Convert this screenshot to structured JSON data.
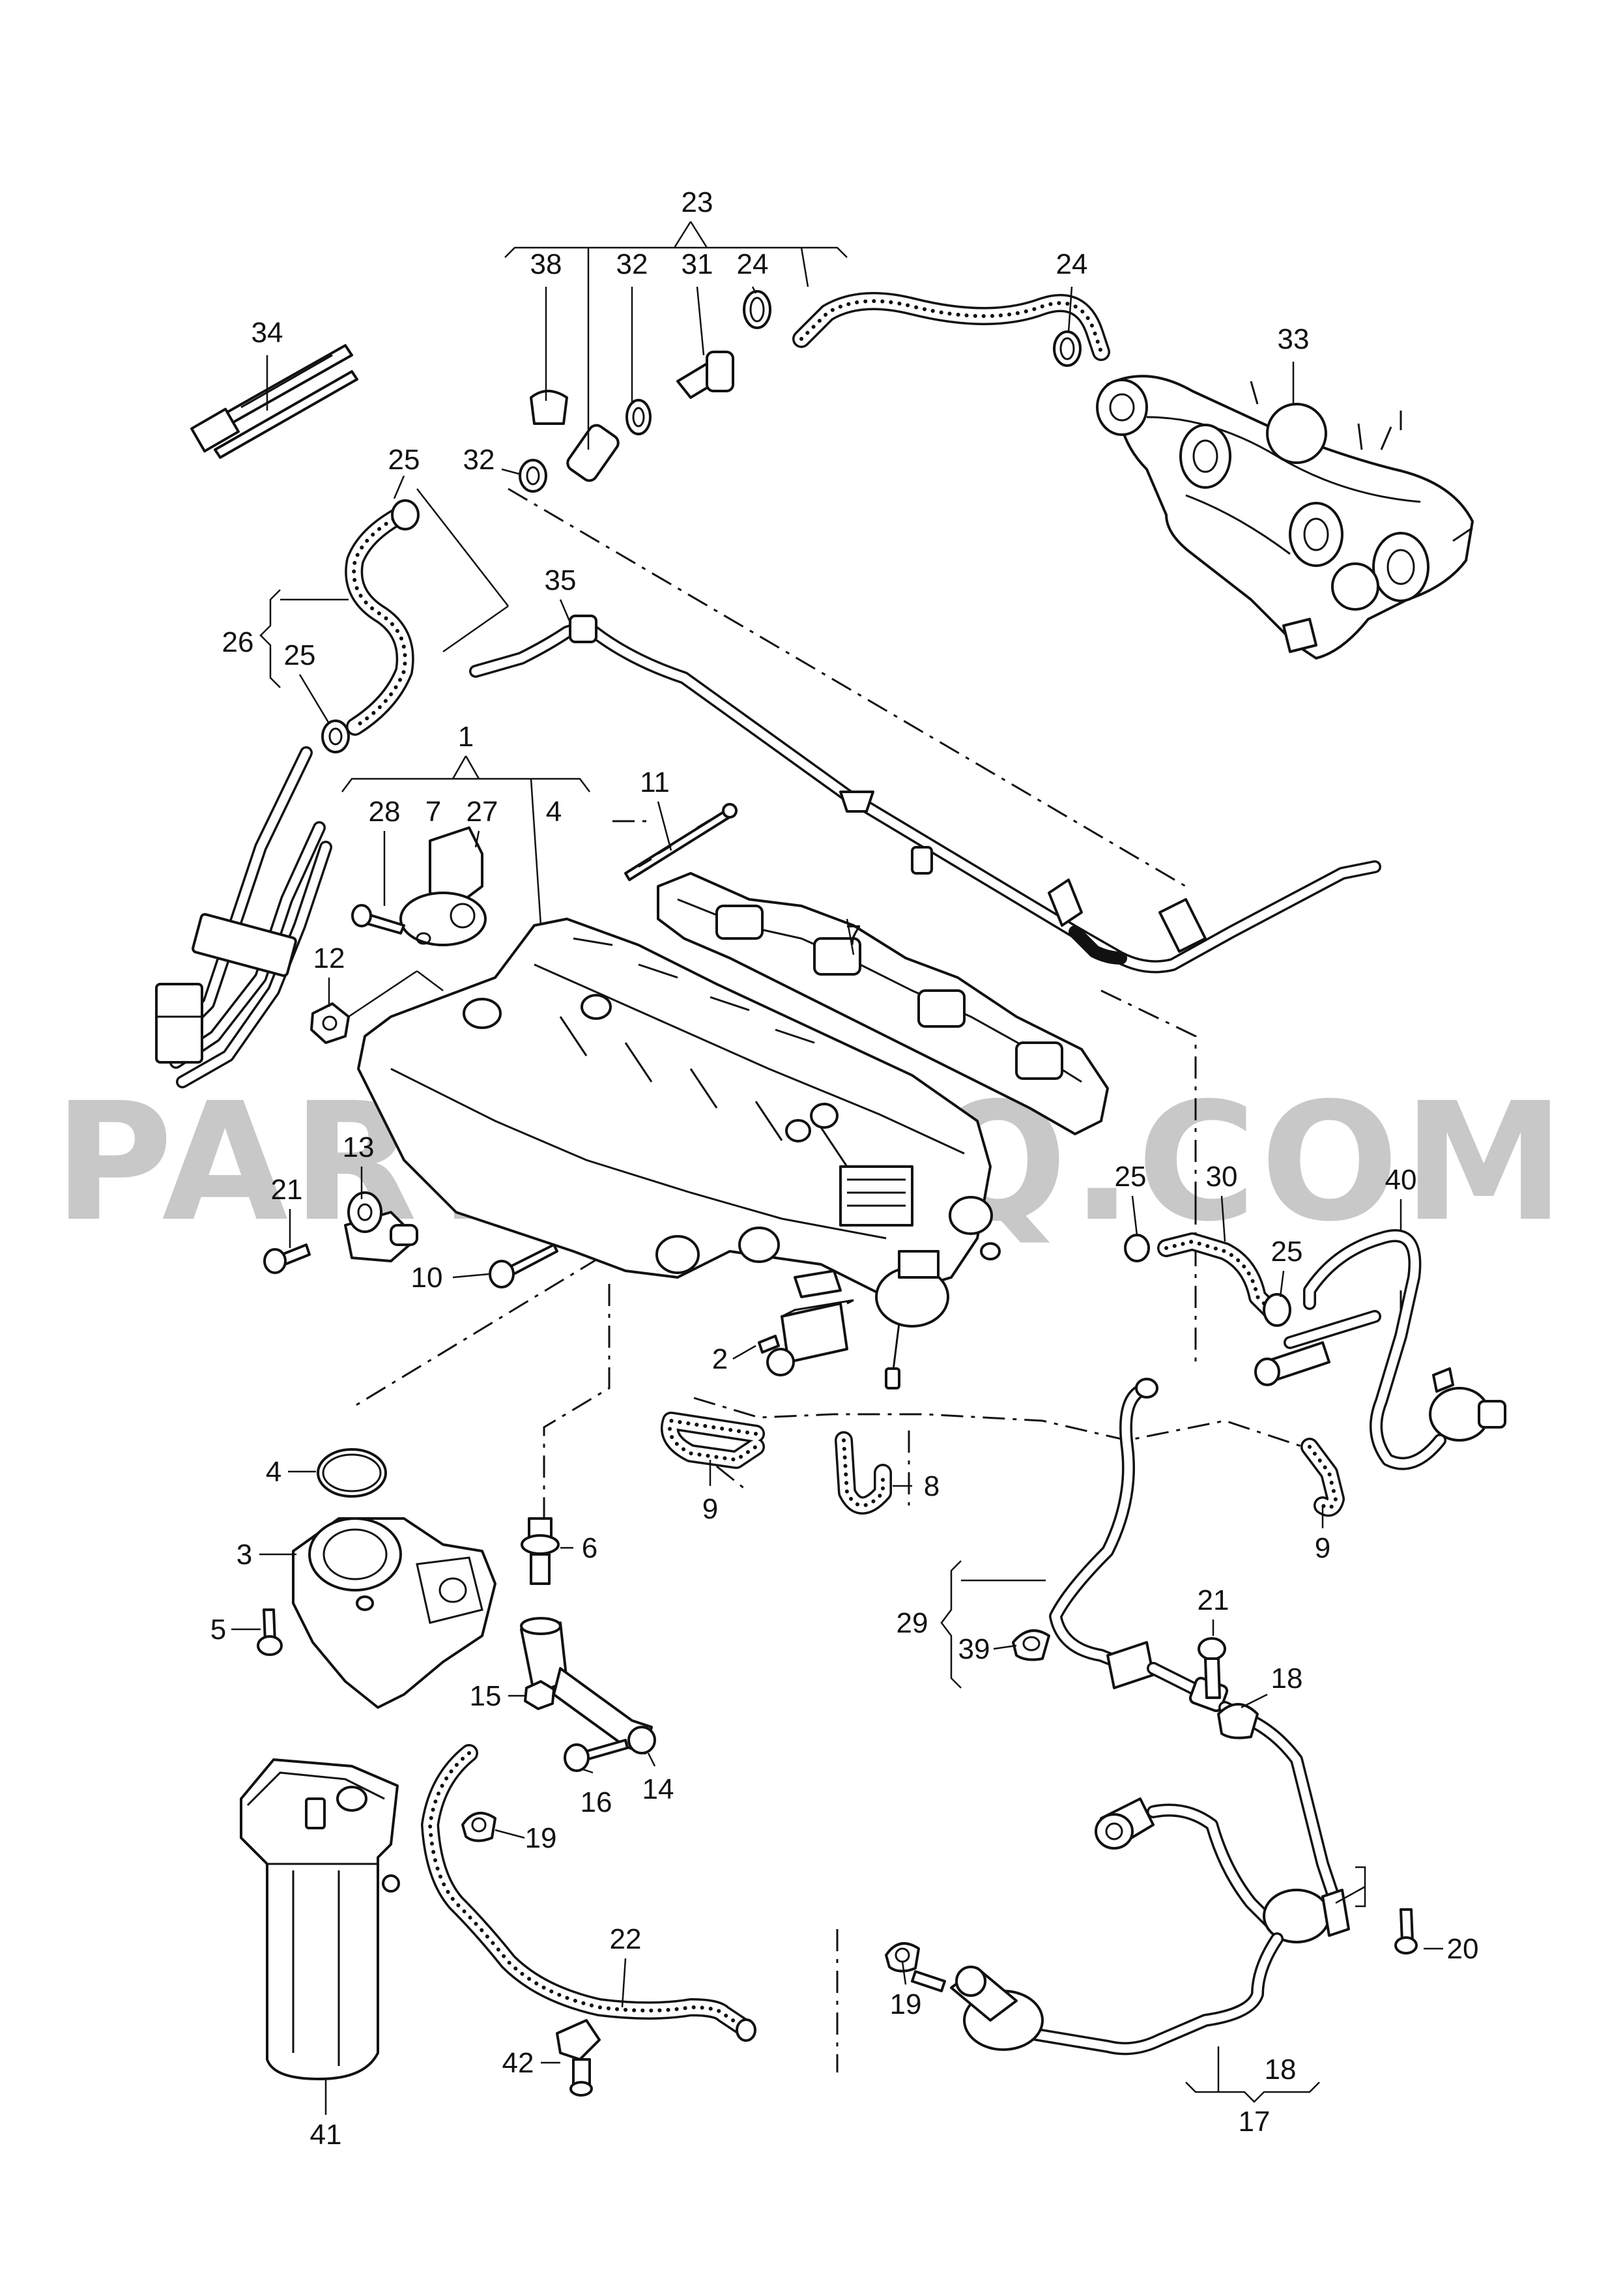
{
  "watermark": "PARTSOUQ.COM",
  "callouts": [
    {
      "id": "c23",
      "text": "23"
    },
    {
      "id": "c38",
      "text": "38"
    },
    {
      "id": "c32a",
      "text": "32"
    },
    {
      "id": "c31",
      "text": "31"
    },
    {
      "id": "c24a",
      "text": "24"
    },
    {
      "id": "c24b",
      "text": "24"
    },
    {
      "id": "c33",
      "text": "33"
    },
    {
      "id": "c34",
      "text": "34"
    },
    {
      "id": "c32b",
      "text": "32"
    },
    {
      "id": "c25a",
      "text": "25"
    },
    {
      "id": "c35",
      "text": "35"
    },
    {
      "id": "c26",
      "text": "26"
    },
    {
      "id": "c25b",
      "text": "25"
    },
    {
      "id": "c1",
      "text": "1"
    },
    {
      "id": "c28",
      "text": "28"
    },
    {
      "id": "c7a",
      "text": "7"
    },
    {
      "id": "c27",
      "text": "27"
    },
    {
      "id": "c4a",
      "text": "4"
    },
    {
      "id": "c11",
      "text": "11"
    },
    {
      "id": "c7b",
      "text": "7"
    },
    {
      "id": "c12",
      "text": "12"
    },
    {
      "id": "c13",
      "text": "13"
    },
    {
      "id": "c21a",
      "text": "21"
    },
    {
      "id": "c10",
      "text": "10"
    },
    {
      "id": "c25c",
      "text": "25"
    },
    {
      "id": "c30",
      "text": "30"
    },
    {
      "id": "c40",
      "text": "40"
    },
    {
      "id": "c25d",
      "text": "25"
    },
    {
      "id": "c2",
      "text": "2"
    },
    {
      "id": "c9a",
      "text": "9"
    },
    {
      "id": "c8",
      "text": "8"
    },
    {
      "id": "c9b",
      "text": "9"
    },
    {
      "id": "c4b",
      "text": "4"
    },
    {
      "id": "c3",
      "text": "3"
    },
    {
      "id": "c5",
      "text": "5"
    },
    {
      "id": "c6",
      "text": "6"
    },
    {
      "id": "c15",
      "text": "15"
    },
    {
      "id": "c14",
      "text": "14"
    },
    {
      "id": "c16",
      "text": "16"
    },
    {
      "id": "c29",
      "text": "29"
    },
    {
      "id": "c39",
      "text": "39"
    },
    {
      "id": "c21b",
      "text": "21"
    },
    {
      "id": "c18a",
      "text": "18"
    },
    {
      "id": "c19a",
      "text": "19"
    },
    {
      "id": "c22",
      "text": "22"
    },
    {
      "id": "c20",
      "text": "20"
    },
    {
      "id": "c42",
      "text": "42"
    },
    {
      "id": "c41",
      "text": "41"
    },
    {
      "id": "c19b",
      "text": "19"
    },
    {
      "id": "c18b",
      "text": "18"
    },
    {
      "id": "c17",
      "text": "17"
    }
  ]
}
